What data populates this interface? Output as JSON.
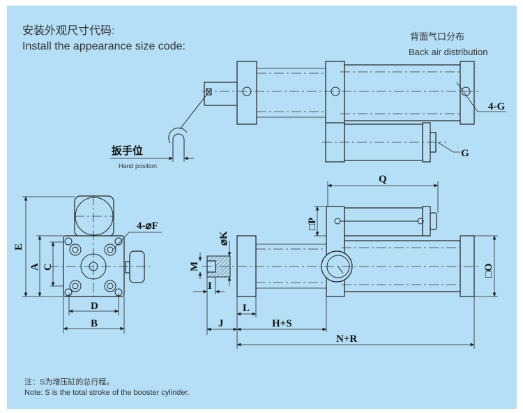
{
  "header": {
    "title_cn": "安装外观尺寸代码:",
    "title_en": "Install the appearance size code:"
  },
  "back_air": {
    "label_cn": "背面气口分布",
    "label_en": "Back air distribution"
  },
  "hand_position": {
    "label_cn": "扳手位",
    "label_en": "Hand position"
  },
  "dimensions": {
    "four_g": "4-G",
    "g": "G",
    "e": "E",
    "a": "A",
    "c": "C",
    "d": "D",
    "b": "B",
    "four_f": "4-⌀F",
    "k": "⌀K",
    "m": "M",
    "i": "I",
    "l": "L",
    "j": "J",
    "h_s": "H+S",
    "n_r": "N+R",
    "q": "Q",
    "p": "□P",
    "o": "□O"
  },
  "note": {
    "cn": "注：S为增压缸的总行程。",
    "en": "Note: S is the total stroke of the booster cylinder."
  },
  "colors": {
    "background": "#b5dff6",
    "line": "#222222"
  }
}
